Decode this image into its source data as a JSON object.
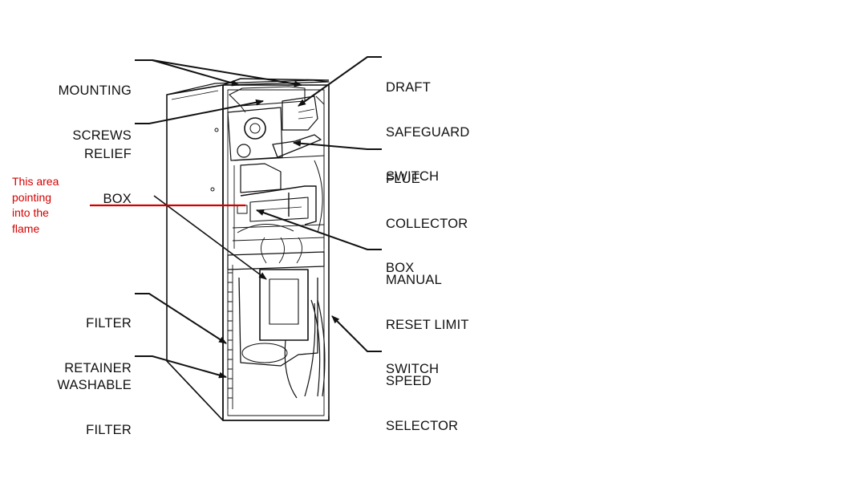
{
  "labels": {
    "mounting_screws": [
      "MOUNTING",
      "SCREWS"
    ],
    "relief_box": [
      "RELIEF",
      "BOX"
    ],
    "filter_retainer": [
      "FILTER",
      "RETAINER"
    ],
    "washable_filter": [
      "WASHABLE",
      "FILTER"
    ],
    "draft_safeguard_switch": [
      "DRAFT",
      "SAFEGUARD",
      "SWITCH"
    ],
    "flue_collector_box": [
      "FLUE",
      "COLLECTOR",
      "BOX"
    ],
    "manual_reset_limit_switch": [
      "MANUAL",
      "RESET LIMIT",
      "SWITCH"
    ],
    "speed_selector": [
      "SPEED",
      "SELECTOR"
    ]
  },
  "annotation": {
    "text": [
      "This area",
      "pointing",
      "into the",
      "flame"
    ],
    "color": "#d40000"
  },
  "colors": {
    "line": "#111111",
    "background": "#ffffff"
  }
}
